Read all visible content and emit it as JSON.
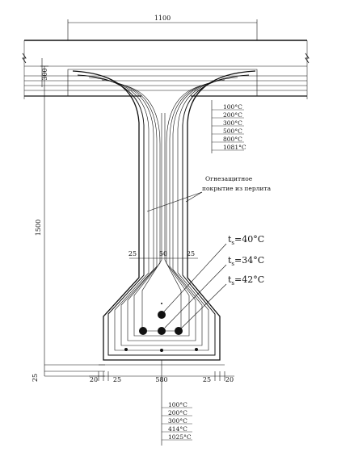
{
  "dimensions": {
    "flange_width": "1100",
    "flange_depth": "300",
    "height": "1500",
    "web_left_cover": "25",
    "web_width": "50",
    "web_right_cover": "25",
    "bottom_cover": "25",
    "base_outer_left": "20",
    "base_inner_left": "25",
    "base_width": "580",
    "base_inner_right": "25",
    "base_outer_right": "20"
  },
  "isotherms_flange": [
    "100°C",
    "200°C",
    "300°C",
    "500°C",
    "800°C",
    "1081°C"
  ],
  "isotherms_base": [
    "100°C",
    "200°C",
    "300°C",
    "414°C",
    "1025°C"
  ],
  "coating_note_line1": "Огнезащитное",
  "coating_note_line2": "покрытие из перлита",
  "rebar_temps": [
    {
      "symbol": "t",
      "subscript": "s",
      "value": "=40°C"
    },
    {
      "symbol": "t",
      "subscript": "s",
      "value": "=34°C"
    },
    {
      "symbol": "t",
      "subscript": "s",
      "value": "=42°C"
    }
  ]
}
